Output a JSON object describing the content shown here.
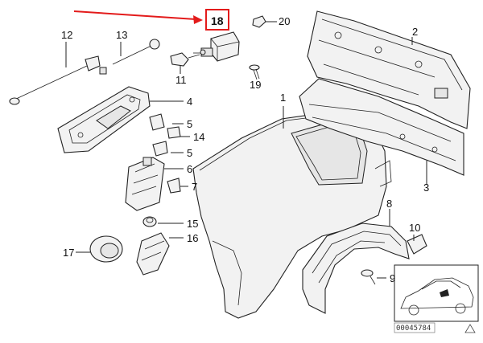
{
  "diagram": {
    "part_labels": [
      "1",
      "2",
      "3",
      "4",
      "5",
      "5",
      "6",
      "7",
      "8",
      "9",
      "10",
      "11",
      "12",
      "13",
      "14",
      "15",
      "16",
      "17",
      "18",
      "19",
      "20"
    ],
    "highlight_color": "#e31b1b",
    "catalog_code": "00045784"
  }
}
